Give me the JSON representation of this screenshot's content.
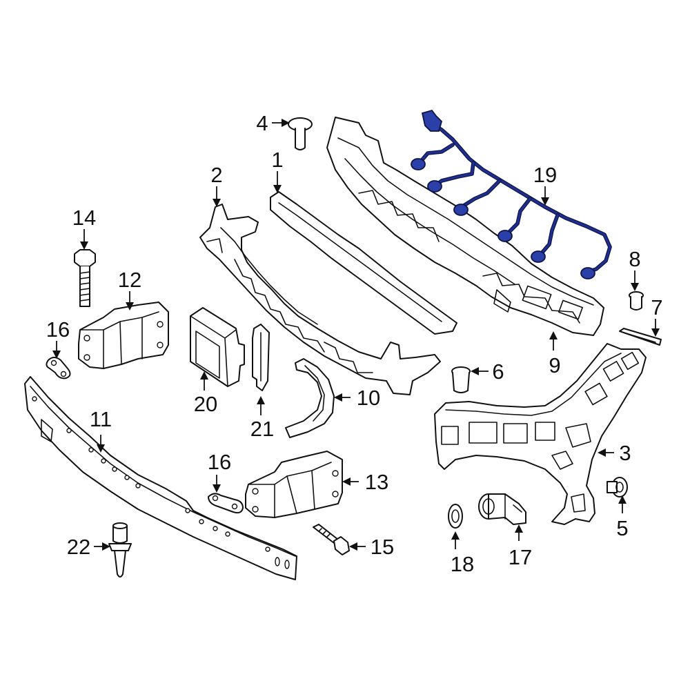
{
  "diagram": {
    "accent_color": "#2b3fa8",
    "line_color": "#111111",
    "callouts": {
      "c1": "1",
      "c2": "2",
      "c3": "3",
      "c4": "4",
      "c5": "5",
      "c6": "6",
      "c7": "7",
      "c8": "8",
      "c9": "9",
      "c10": "10",
      "c11": "11",
      "c12": "12",
      "c13": "13",
      "c14": "14",
      "c15": "15",
      "c16a": "16",
      "c16b": "16",
      "c17": "17",
      "c18": "18",
      "c19": "19",
      "c20": "20",
      "c21": "21",
      "c22": "22"
    }
  }
}
